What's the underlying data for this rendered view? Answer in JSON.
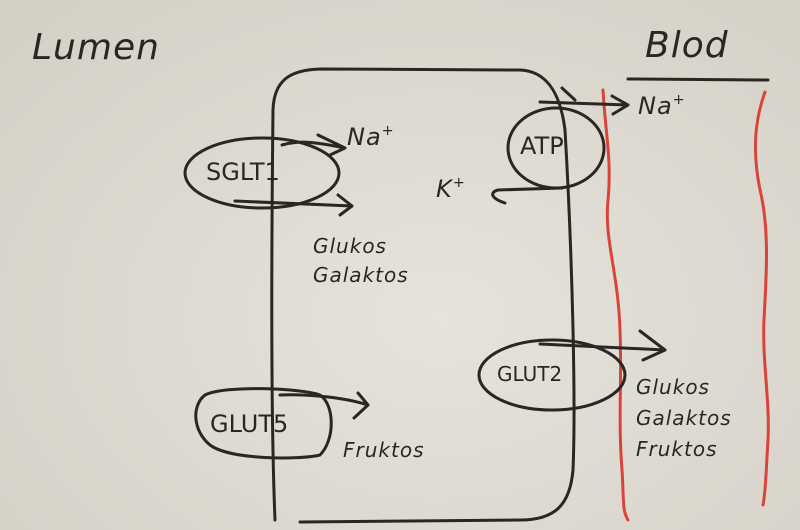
{
  "diagram": {
    "title_left": "Lumen",
    "title_right": "Blod",
    "transporters": {
      "sglt1": "SGLT1",
      "atp": "ATP",
      "glut5": "GLUT5",
      "glut2": "GLUT2"
    },
    "ions": {
      "na_in": "Na",
      "na_in_sup": "+",
      "na_out": "Na",
      "na_out_sup": "+",
      "k": "K",
      "k_sup": "+"
    },
    "sugars_from_sglt1": [
      "Glukos",
      "Galaktos"
    ],
    "sugar_from_glut5": "Fruktos",
    "sugars_in_blood": [
      "Glukos",
      "Galaktos",
      "Fruktos"
    ],
    "colors": {
      "ink": "#2a2622",
      "capillary": "#d9443a",
      "paper": "#dcd8cf"
    }
  }
}
